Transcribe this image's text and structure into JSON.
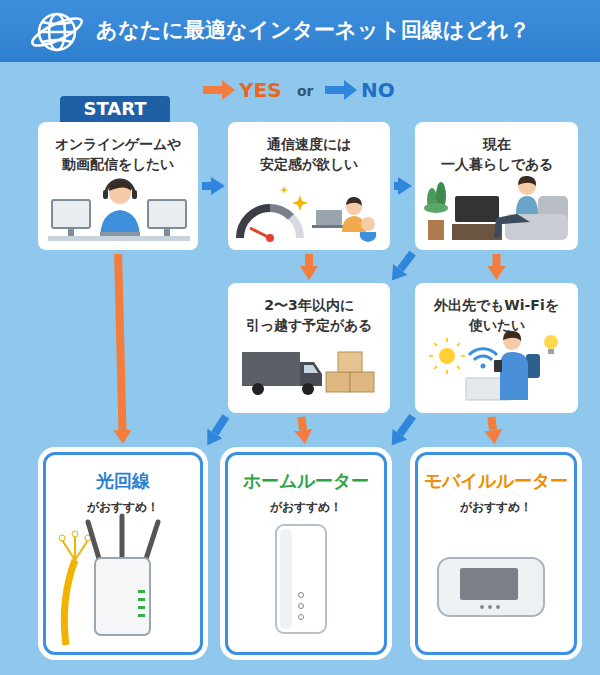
{
  "diagram": {
    "title": "あなたに最適なインターネット回線はどれ？",
    "nodes": [
      {
        "text": [
          "START",
          "オンラインゲームや 動画配信をしたい"
        ]
      },
      {
        "text": [
          "通信速度には 安定感が欲しい"
        ]
      },
      {
        "text": [
          "現在 一人暮らしである"
        ]
      },
      {
        "text": [
          "2〜3年以内に 引っ越す予定がある"
        ]
      },
      {
        "text": [
          "外出先でもWi-Fiを 使いたい"
        ]
      },
      {
        "text": [
          "光回線",
          "がおすすめ！"
        ]
      },
      {
        "text": [
          "ホームルーター",
          "がおすすめ！"
        ]
      },
      {
        "text": [
          "モバイルルーター",
          "がおすすめ！"
        ]
      }
    ],
    "edges": [
      {
        "from": 0,
        "to": 1,
        "arrow": "to"
      },
      {
        "from": 0,
        "to": 5,
        "arrow": "to"
      },
      {
        "from": 1,
        "to": 2,
        "arrow": "to"
      },
      {
        "from": 1,
        "to": 3,
        "arrow": "to"
      },
      {
        "from": 2,
        "to": 3,
        "arrow": "to"
      },
      {
        "from": 2,
        "to": 4,
        "arrow": "to"
      },
      {
        "from": 3,
        "to": 5,
        "arrow": "to"
      },
      {
        "from": 3,
        "to": 6,
        "arrow": "to"
      },
      {
        "from": 4,
        "to": 6,
        "arrow": "to"
      },
      {
        "from": 4,
        "to": 7,
        "arrow": "to"
      }
    ],
    "labels": [
      "or"
    ],
    "legend": [
      {
        "text": "YES"
      },
      {
        "text": "NO"
      }
    ]
  }
}
